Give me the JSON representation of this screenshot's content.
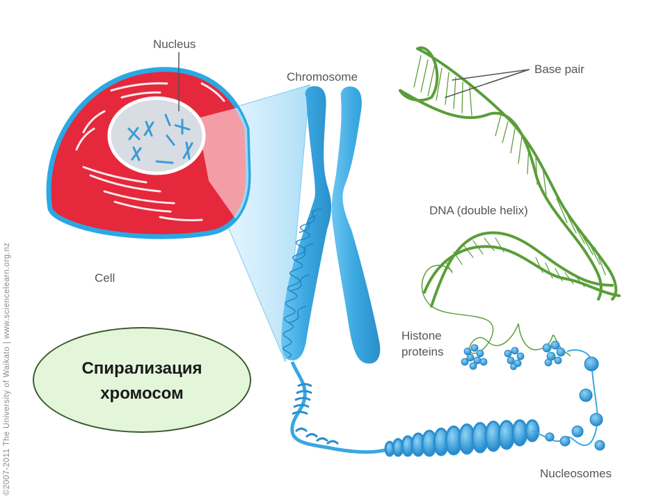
{
  "labels": {
    "nucleus": "Nucleus",
    "chromosome": "Chromosome",
    "base_pair": "Base pair",
    "dna": "DNA (double helix)",
    "cell": "Cell",
    "histone_line1": "Histone",
    "histone_line2": "proteins",
    "nucleosomes": "Nucleosomes"
  },
  "caption": {
    "line1": "Спирализация",
    "line2": "хромосом"
  },
  "credit": "©2007-2011 The University of Waikato | www.sciencelearn.org.nz",
  "colors": {
    "cell_red": "#e5283c",
    "cell_border": "#2aa8e4",
    "chromosome_blue": "#3aa7e0",
    "dna_green": "#5a9e3a",
    "oval_fill": "#e3f6da"
  }
}
